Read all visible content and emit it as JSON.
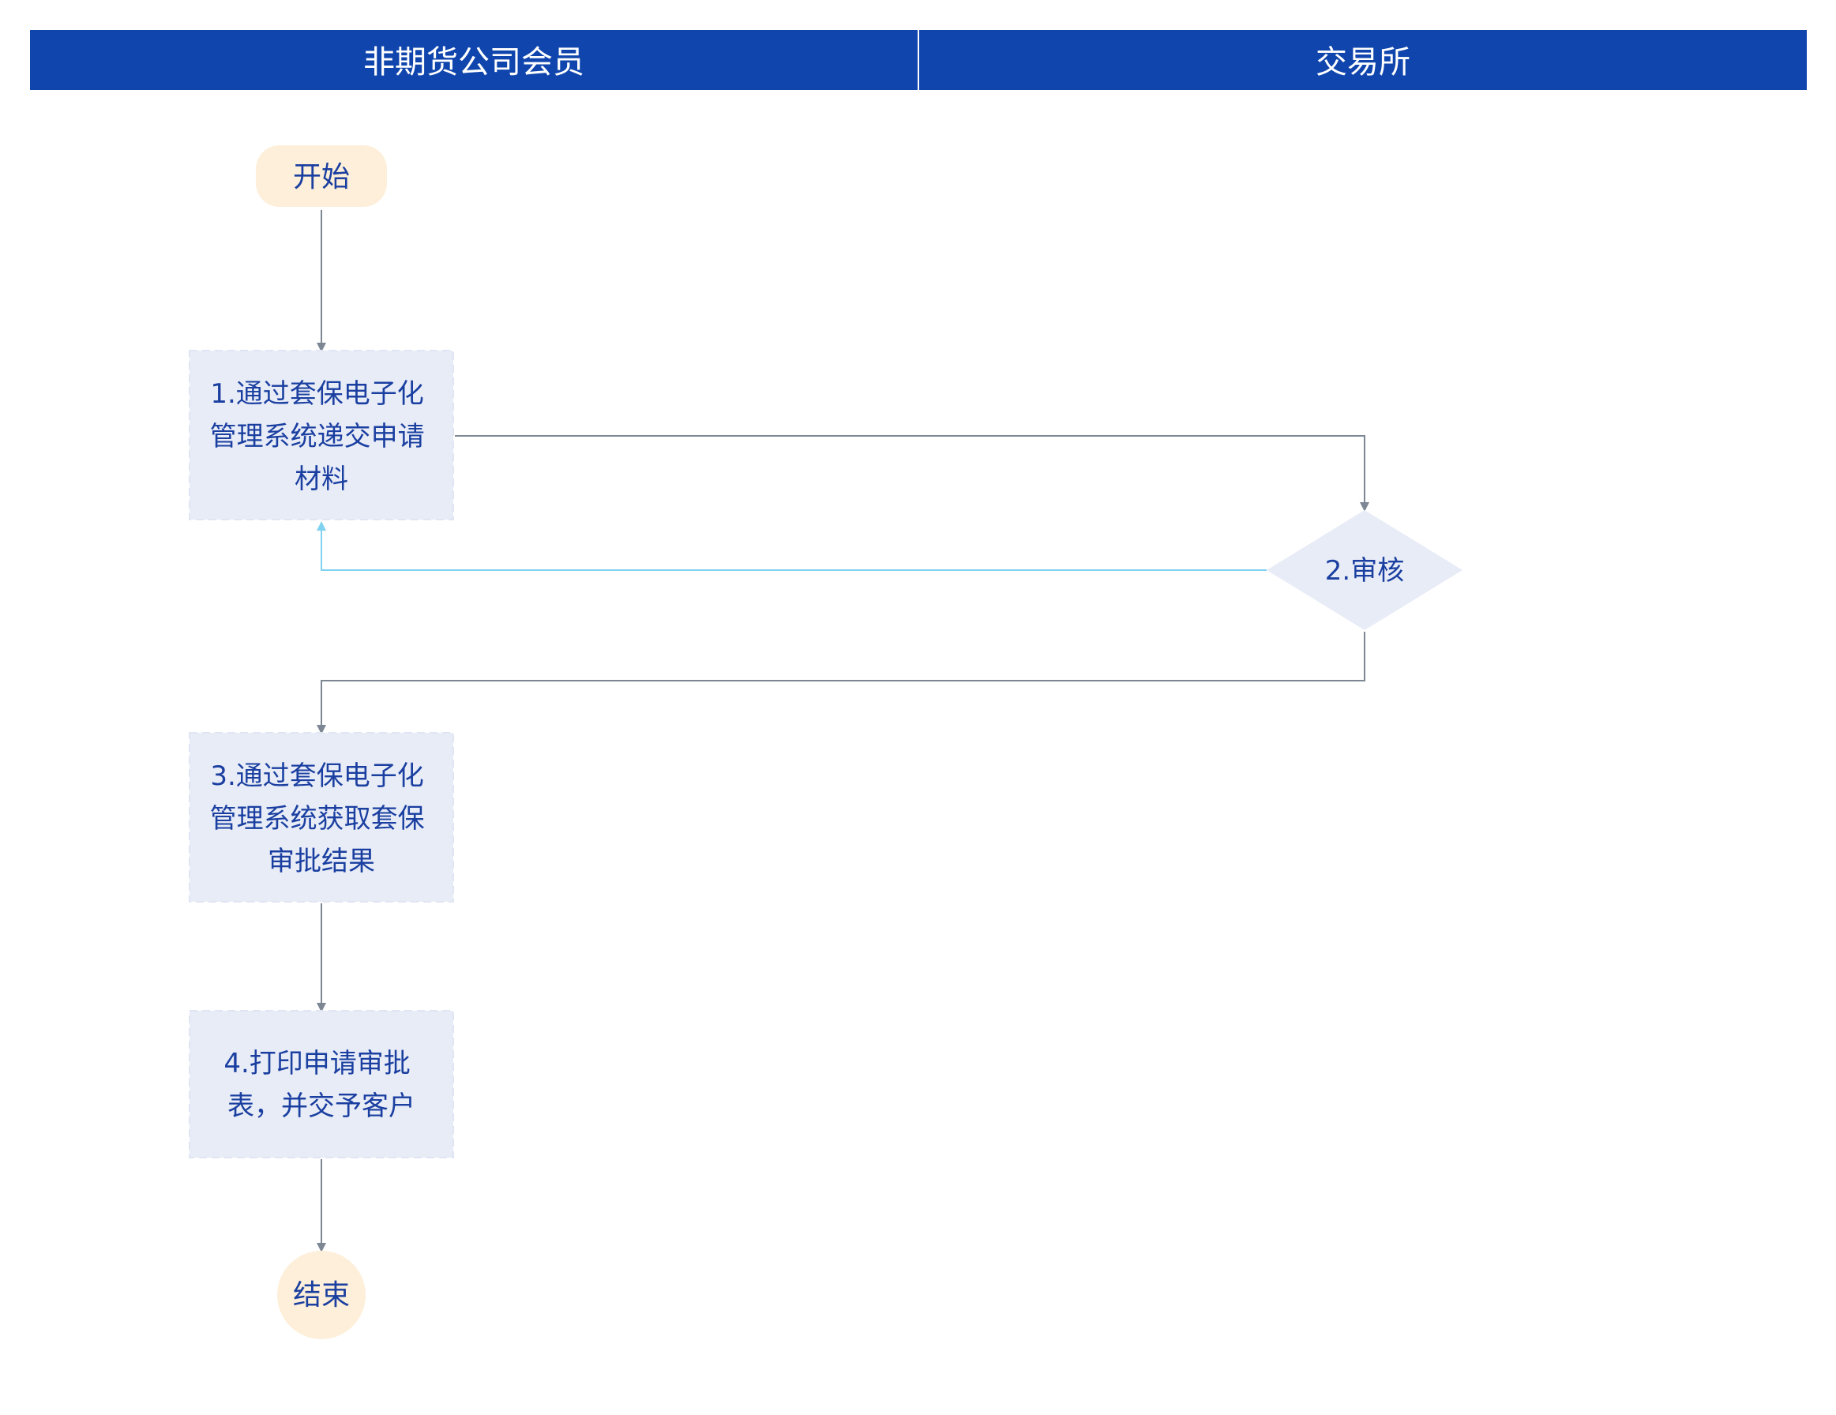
{
  "colors": {
    "header_bg": "#0f45ad",
    "header_text": "#ffffff",
    "process_fill": "#e8ecf7",
    "terminal_fill": "#fdefd9",
    "node_text": "#1a3fa0",
    "connector": "#7d8794",
    "return_connector": "#7fd2f0"
  },
  "lanes": [
    {
      "title": "非期货公司会员"
    },
    {
      "title": "交易所"
    }
  ],
  "nodes": {
    "start": {
      "label": "开始"
    },
    "step1": {
      "lines": [
        "1.通过套保电子化",
        "管理系统递交申请",
        "材料"
      ]
    },
    "step2": {
      "label": "2.审核"
    },
    "step3": {
      "lines": [
        "3.通过套保电子化",
        "管理系统获取套保",
        "审批结果"
      ]
    },
    "step4": {
      "lines": [
        "4.打印申请审批",
        "表，并交予客户"
      ]
    },
    "end": {
      "label": "结束"
    }
  }
}
